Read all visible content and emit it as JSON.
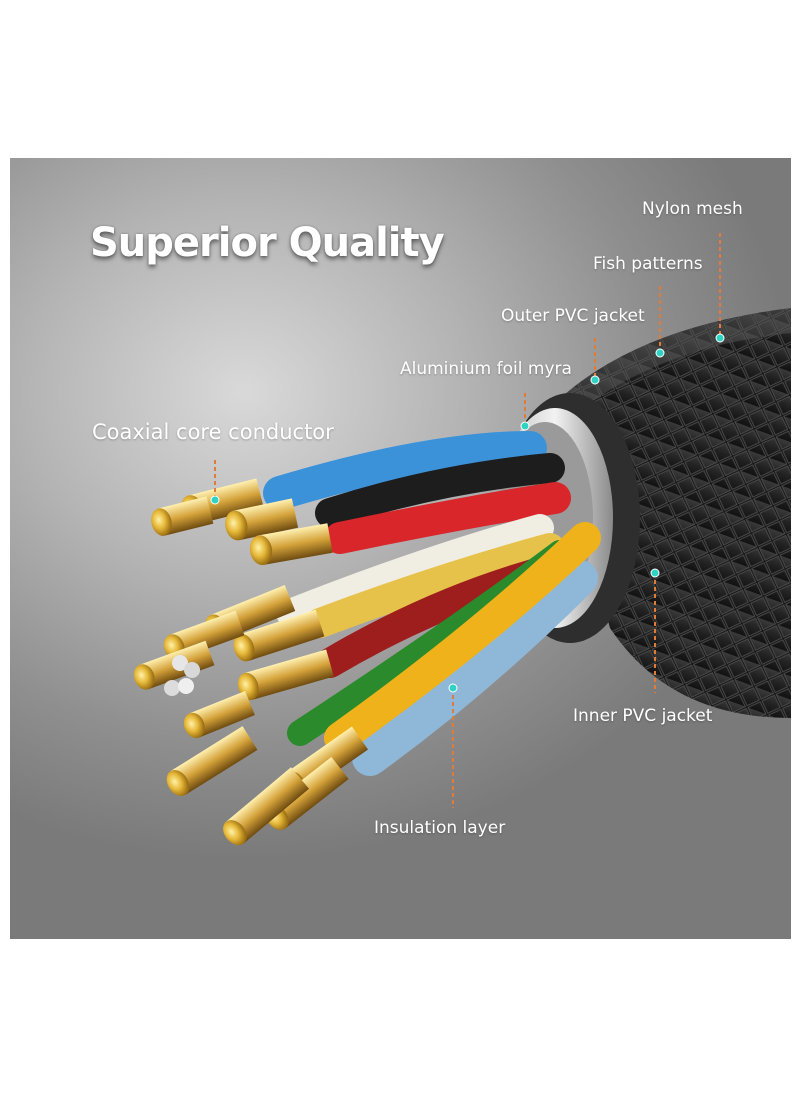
{
  "title": "Superior Quality",
  "labels": {
    "nylon_mesh": "Nylon mesh",
    "fish_patterns": "Fish patterns",
    "outer_pvc_jacket": "Outer PVC jacket",
    "aluminium_foil": "Aluminium foil myra",
    "coaxial_core": "Coaxial core conductor",
    "inner_pvc_jacket": "Inner PVC jacket",
    "insulation_layer": "Insulation layer"
  },
  "colors": {
    "accent_leader": "#e07b3a",
    "accent_dot": "#2fd3c4",
    "gold": "#e3b93c",
    "braid": "#2a2a2a"
  }
}
